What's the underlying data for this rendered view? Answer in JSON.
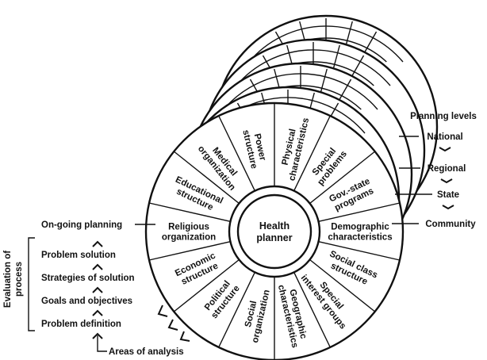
{
  "center": {
    "line1": "Health",
    "line2": "planner"
  },
  "sectors": [
    {
      "id": "religious",
      "lines": [
        "Religious",
        "organization"
      ]
    },
    {
      "id": "economic",
      "lines": [
        "Economic",
        "structure"
      ]
    },
    {
      "id": "political",
      "lines": [
        "Political",
        "structure"
      ]
    },
    {
      "id": "social-org",
      "lines": [
        "Social",
        "organization"
      ]
    },
    {
      "id": "geographic",
      "lines": [
        "Geographic",
        "characteristics"
      ]
    },
    {
      "id": "special-interest",
      "lines": [
        "Special",
        "interest groups"
      ]
    },
    {
      "id": "social-class",
      "lines": [
        "Social class",
        "structure"
      ]
    },
    {
      "id": "demographic",
      "lines": [
        "Demographic",
        "characteristics"
      ]
    },
    {
      "id": "gov-state",
      "lines": [
        "Gov.-state",
        "programs"
      ]
    },
    {
      "id": "special-problems",
      "lines": [
        "Special",
        "problems"
      ]
    },
    {
      "id": "physical",
      "lines": [
        "Physical",
        "characteristics"
      ]
    },
    {
      "id": "power",
      "lines": [
        "Power",
        "structure"
      ]
    },
    {
      "id": "medical",
      "lines": [
        "Medical",
        "organization"
      ]
    },
    {
      "id": "educational",
      "lines": [
        "Educational",
        "structure"
      ]
    }
  ],
  "planning_levels": {
    "title": "Planning levels",
    "levels": [
      "National",
      "Regional",
      "State",
      "Community"
    ]
  },
  "ongoing_planning": "On-going planning",
  "evaluation": {
    "label_line1": "Evaluation of",
    "label_line2": "process",
    "steps": [
      "Problem solution",
      "Strategies of solution",
      "Goals and objectives",
      "Problem definition"
    ]
  },
  "areas_of_analysis": "Areas of analysis"
}
